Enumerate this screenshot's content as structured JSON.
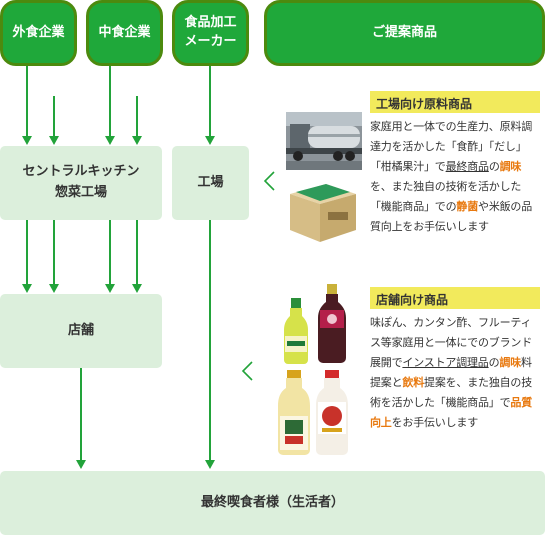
{
  "headers": {
    "gaishoku": "外食企業",
    "chushoku": "中食企業",
    "shokuhin_line1": "食品加工",
    "shokuhin_line2": "メーカー",
    "proposal": "ご提案商品"
  },
  "nodes": {
    "central_line1": "セントラルキッチン",
    "central_line2": "惣菜工場",
    "factory": "工場",
    "store": "店舗",
    "consumer": "最終喫食者様（生活者）"
  },
  "sections": {
    "factory_products": {
      "title": "工場向け原料商品",
      "body": [
        {
          "text": "家庭用と一体での生産力、原料調達力を活かした「食酢」「だし」「柑橘果汁」で",
          "style": "t"
        },
        {
          "text": "最終商品",
          "style": "u"
        },
        {
          "text": "の",
          "style": "t"
        },
        {
          "text": "調味",
          "style": "o"
        },
        {
          "text": "を、また独自の技術を活かした「機能商品」での",
          "style": "t"
        },
        {
          "text": "静菌",
          "style": "o"
        },
        {
          "text": "や米飯の品質向上をお手伝いします",
          "style": "t"
        }
      ]
    },
    "store_products": {
      "title": "店舗向け商品",
      "body": [
        {
          "text": "味ぽん、カンタン酢、フルーティス等家庭用と一体にでのブランド展開で",
          "style": "t"
        },
        {
          "text": "インストア調理品",
          "style": "u"
        },
        {
          "text": "の",
          "style": "t"
        },
        {
          "text": "調味",
          "style": "o"
        },
        {
          "text": "料提案と",
          "style": "t"
        },
        {
          "text": "飲料",
          "style": "o"
        },
        {
          "text": "提案を、また独自の技術を活かした「機能商品」で",
          "style": "t"
        },
        {
          "text": "品質向上",
          "style": "o"
        },
        {
          "text": "をお手伝いします",
          "style": "t"
        }
      ]
    }
  },
  "colors": {
    "header_green": "#1fa83a",
    "header_border": "#4c8a0e",
    "box_green": "#dcefdc",
    "arrow": "#22a33a",
    "title_yellow": "#f2ea5c",
    "highlight_orange": "#e8790f"
  }
}
